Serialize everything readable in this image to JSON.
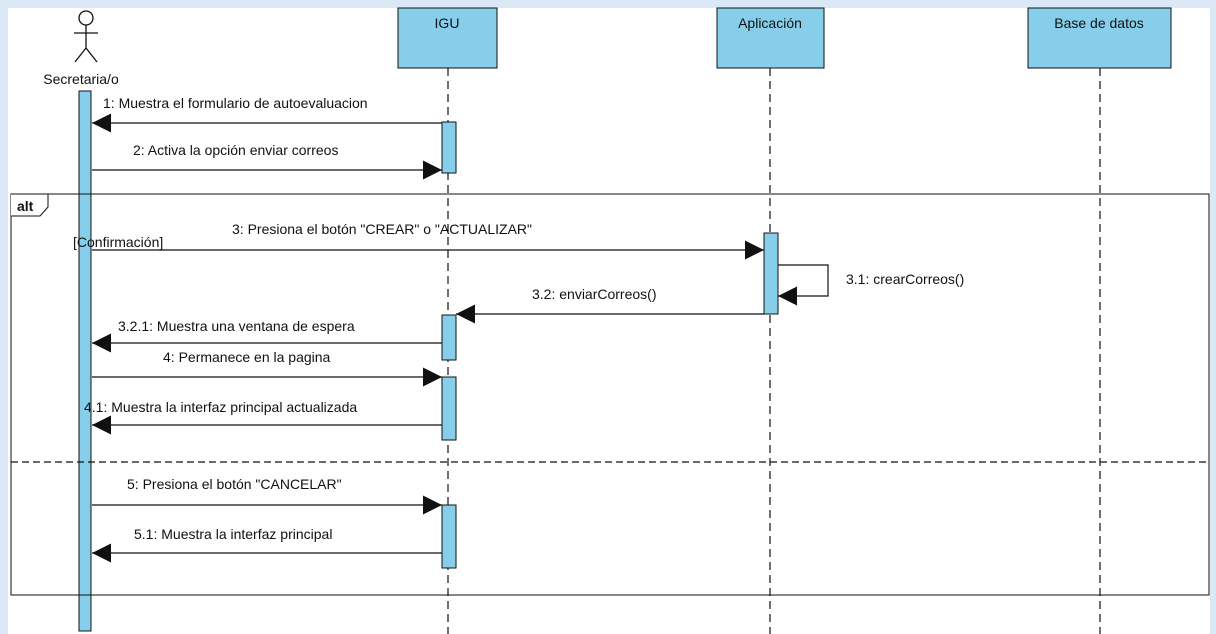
{
  "participants": {
    "actor": "Secretaria/o",
    "igu": "IGU",
    "aplicacion": "Aplicación",
    "bd": "Base de datos"
  },
  "fragment": {
    "operator": "alt",
    "guard": "[Confirmación]"
  },
  "messages": {
    "m1": "1: Muestra el formulario de autoevaluacion",
    "m2": "2: Activa la opción enviar correos",
    "m3": "3: Presiona el botón \"CREAR\" o \"ACTUALIZAR\"",
    "m3_1": "3.1: crearCorreos()",
    "m3_2": "3.2: enviarCorreos()",
    "m3_2_1": "3.2.1: Muestra una ventana de espera",
    "m4": "4: Permanece en la pagina",
    "m4_1": "4.1: Muestra la interfaz principal actualizada",
    "m5": "5: Presiona el botón \"CANCELAR\"",
    "m5_1": "5.1: Muestra la interfaz principal"
  },
  "colors": {
    "participant_fill": "#87ceeb",
    "activation_fill": "#87ceeb",
    "page_background": "#dbe9f6",
    "line": "#111111"
  }
}
